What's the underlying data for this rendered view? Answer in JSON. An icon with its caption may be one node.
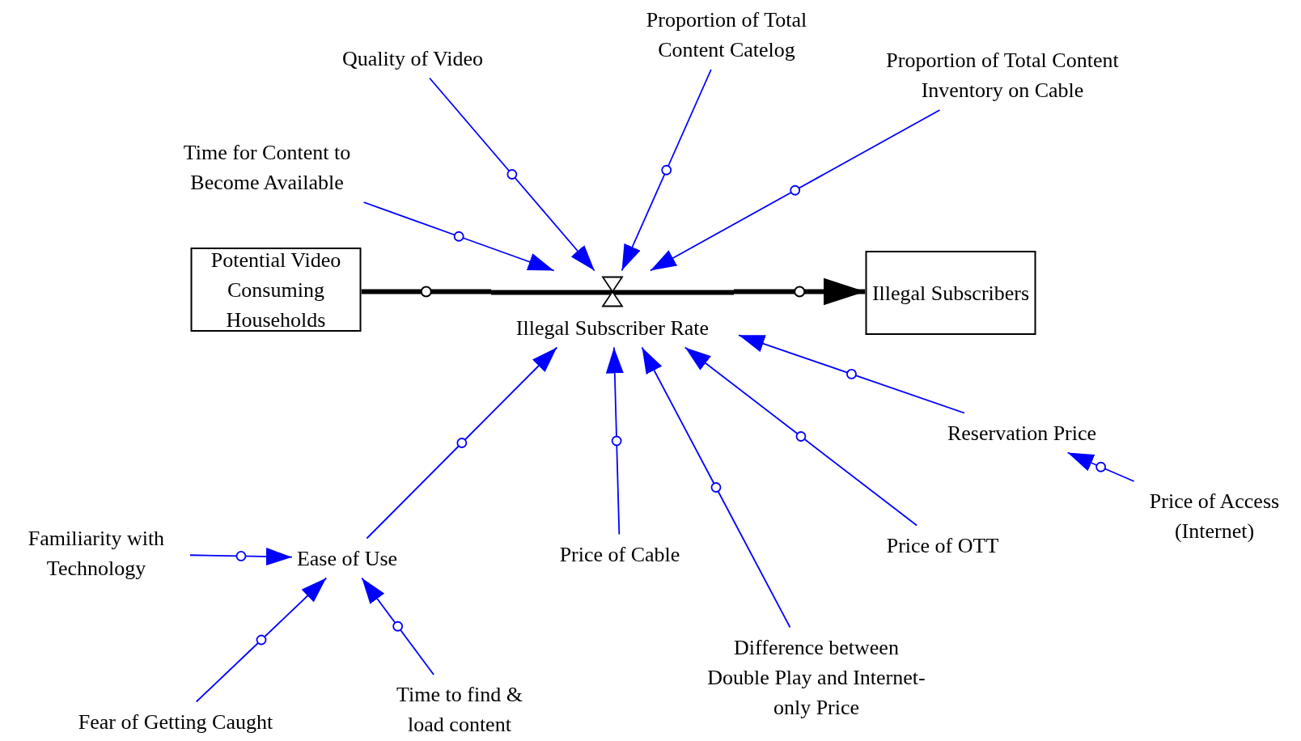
{
  "diagram": {
    "nodes": [
      {
        "text": [
          "Potential Video Consuming Households"
        ]
      },
      {
        "text": [
          "Illegal Subscribers"
        ]
      },
      {
        "text": [
          "Illegal Subscriber Rate"
        ]
      },
      {
        "text": [
          "Time for Content to Become Available"
        ]
      },
      {
        "text": [
          "Quality of Video"
        ]
      },
      {
        "text": [
          "Proportion of Total Content Catelog"
        ]
      },
      {
        "text": [
          "Proportion of Total Content Inventory on Cable"
        ]
      },
      {
        "text": [
          "Reservation Price"
        ]
      },
      {
        "text": [
          "Price of Access (Internet)"
        ]
      },
      {
        "text": [
          "Price of OTT"
        ]
      },
      {
        "text": [
          "Difference between Double Play and Internet-only Price"
        ]
      },
      {
        "text": [
          "Price of Cable"
        ]
      },
      {
        "text": [
          "Ease of Use"
        ]
      },
      {
        "text": [
          "Familiarity with Technology"
        ]
      },
      {
        "text": [
          "Fear of Getting Caught"
        ]
      },
      {
        "text": [
          "Time to find & load content"
        ]
      }
    ],
    "edges": [
      {
        "from": 0,
        "to": 2,
        "arrow": "none",
        "style": "thick",
        "color": "#000000"
      },
      {
        "from": 2,
        "to": 1,
        "arrow": "to",
        "style": "thick",
        "color": "#000000"
      },
      {
        "from": 3,
        "to": 2,
        "arrow": "to"
      },
      {
        "from": 4,
        "to": 2,
        "arrow": "to"
      },
      {
        "from": 5,
        "to": 2,
        "arrow": "to"
      },
      {
        "from": 6,
        "to": 2,
        "arrow": "to"
      },
      {
        "from": 7,
        "to": 2,
        "arrow": "to"
      },
      {
        "from": 8,
        "to": 7,
        "arrow": "to"
      },
      {
        "from": 9,
        "to": 2,
        "arrow": "to"
      },
      {
        "from": 10,
        "to": 2,
        "arrow": "to"
      },
      {
        "from": 11,
        "to": 2,
        "arrow": "to"
      },
      {
        "from": 12,
        "to": 2,
        "arrow": "to"
      },
      {
        "from": 13,
        "to": 12,
        "arrow": "to"
      },
      {
        "from": 14,
        "to": 12,
        "arrow": "to"
      },
      {
        "from": 15,
        "to": 12,
        "arrow": "to"
      }
    ]
  }
}
